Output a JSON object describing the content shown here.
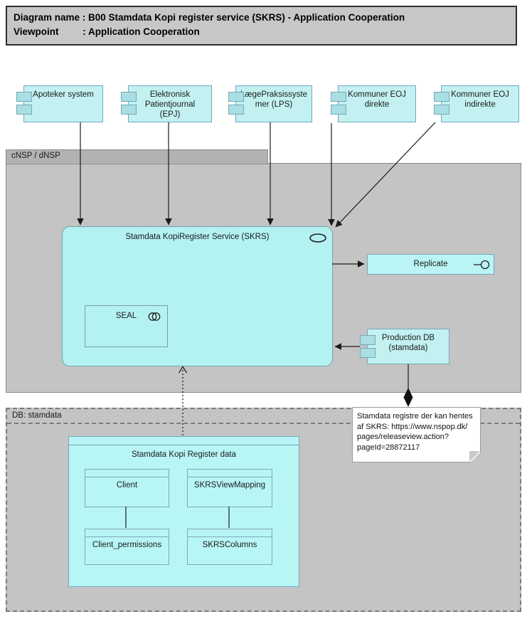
{
  "title": {
    "line1": "Diagram name : B00 Stamdata Kopi register service (SKRS) - Application Cooperation",
    "line2": "Viewpoint         : Application Cooperation"
  },
  "components": [
    {
      "label": "Apoteker system"
    },
    {
      "label": "Elektronisk\nPatientjournal\n(EPJ)"
    },
    {
      "label": "LægePraksissyste\nmer (LPS)"
    },
    {
      "label": "Kommuner EOJ\ndirekte"
    },
    {
      "label": "Kommuner EOJ\nindirekte"
    }
  ],
  "groups": {
    "cnsp": {
      "label": "cNSP / dNSP"
    },
    "db": {
      "label": "DB: stamdata"
    }
  },
  "service": {
    "label": "Stamdata KopiRegister Service (SKRS)",
    "seal_label": "SEAL"
  },
  "replicate": {
    "label": "Replicate"
  },
  "production_db": {
    "label": "Production DB\n(stamdata)"
  },
  "data_group": {
    "label": "Stamdata Kopi Register data",
    "objects": [
      {
        "label": "Client"
      },
      {
        "label": "SKRSViewMapping"
      },
      {
        "label": "Client_permissions"
      },
      {
        "label": "SKRSColumns"
      }
    ]
  },
  "note": {
    "text": "Stamdata registre der kan hentes\naf SKRS: https://www.nspop.dk/\npages/releaseview.action?\npageId=28872117"
  },
  "colors": {
    "component_fill": "#c3f1f1",
    "component_border": "#74a7b8",
    "group_fill": "#c4c4c4",
    "title_fill": "#c7c7c7",
    "note_fill": "#ffffff",
    "connector": "#1a1a1a"
  }
}
